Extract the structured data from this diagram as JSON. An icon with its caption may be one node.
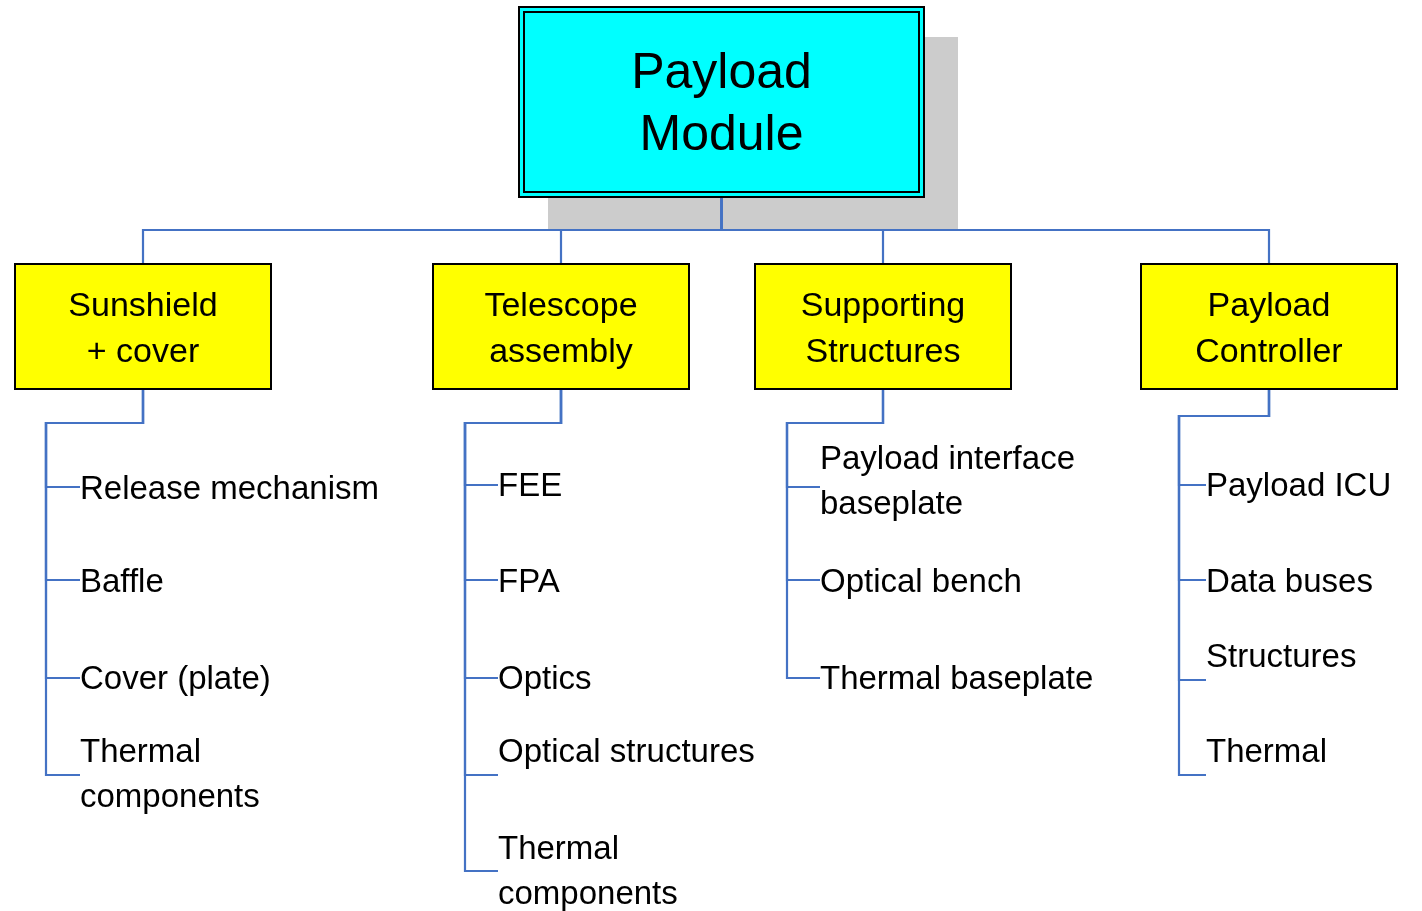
{
  "diagram": {
    "nodes": [
      {
        "text": [
          "Payload Module"
        ]
      },
      {
        "text": [
          "Sunshield + cover"
        ]
      },
      {
        "text": [
          "Telescope assembly"
        ]
      },
      {
        "text": [
          "Supporting Structures"
        ]
      },
      {
        "text": [
          "Payload Controller"
        ]
      },
      {
        "text": [
          "Release mechanism"
        ]
      },
      {
        "text": [
          "Baffle"
        ]
      },
      {
        "text": [
          "Cover (plate)"
        ]
      },
      {
        "text": [
          "Thermal components"
        ]
      },
      {
        "text": [
          "FEE"
        ]
      },
      {
        "text": [
          "FPA"
        ]
      },
      {
        "text": [
          "Optics"
        ]
      },
      {
        "text": [
          "Optical structures"
        ]
      },
      {
        "text": [
          "Thermal components"
        ]
      },
      {
        "text": [
          "Payload interface baseplate"
        ]
      },
      {
        "text": [
          "Optical bench"
        ]
      },
      {
        "text": [
          "Thermal baseplate"
        ]
      },
      {
        "text": [
          "Payload ICU"
        ]
      },
      {
        "text": [
          "Data buses"
        ]
      },
      {
        "text": [
          "Structures"
        ]
      },
      {
        "text": [
          "Thermal"
        ]
      }
    ],
    "edges": [
      {
        "from": 0,
        "to": 1,
        "arrow": "none"
      },
      {
        "from": 0,
        "to": 2,
        "arrow": "none"
      },
      {
        "from": 0,
        "to": 3,
        "arrow": "none"
      },
      {
        "from": 0,
        "to": 4,
        "arrow": "none"
      },
      {
        "from": 1,
        "to": 5,
        "arrow": "none"
      },
      {
        "from": 1,
        "to": 6,
        "arrow": "none"
      },
      {
        "from": 1,
        "to": 7,
        "arrow": "none"
      },
      {
        "from": 1,
        "to": 8,
        "arrow": "none"
      },
      {
        "from": 2,
        "to": 9,
        "arrow": "none"
      },
      {
        "from": 2,
        "to": 10,
        "arrow": "none"
      },
      {
        "from": 2,
        "to": 11,
        "arrow": "none"
      },
      {
        "from": 2,
        "to": 12,
        "arrow": "none"
      },
      {
        "from": 2,
        "to": 13,
        "arrow": "none"
      },
      {
        "from": 3,
        "to": 14,
        "arrow": "none"
      },
      {
        "from": 3,
        "to": 15,
        "arrow": "none"
      },
      {
        "from": 3,
        "to": 16,
        "arrow": "none"
      },
      {
        "from": 4,
        "to": 17,
        "arrow": "none"
      },
      {
        "from": 4,
        "to": 18,
        "arrow": "none"
      },
      {
        "from": 4,
        "to": 19,
        "arrow": "none"
      },
      {
        "from": 4,
        "to": 20,
        "arrow": "none"
      }
    ]
  }
}
